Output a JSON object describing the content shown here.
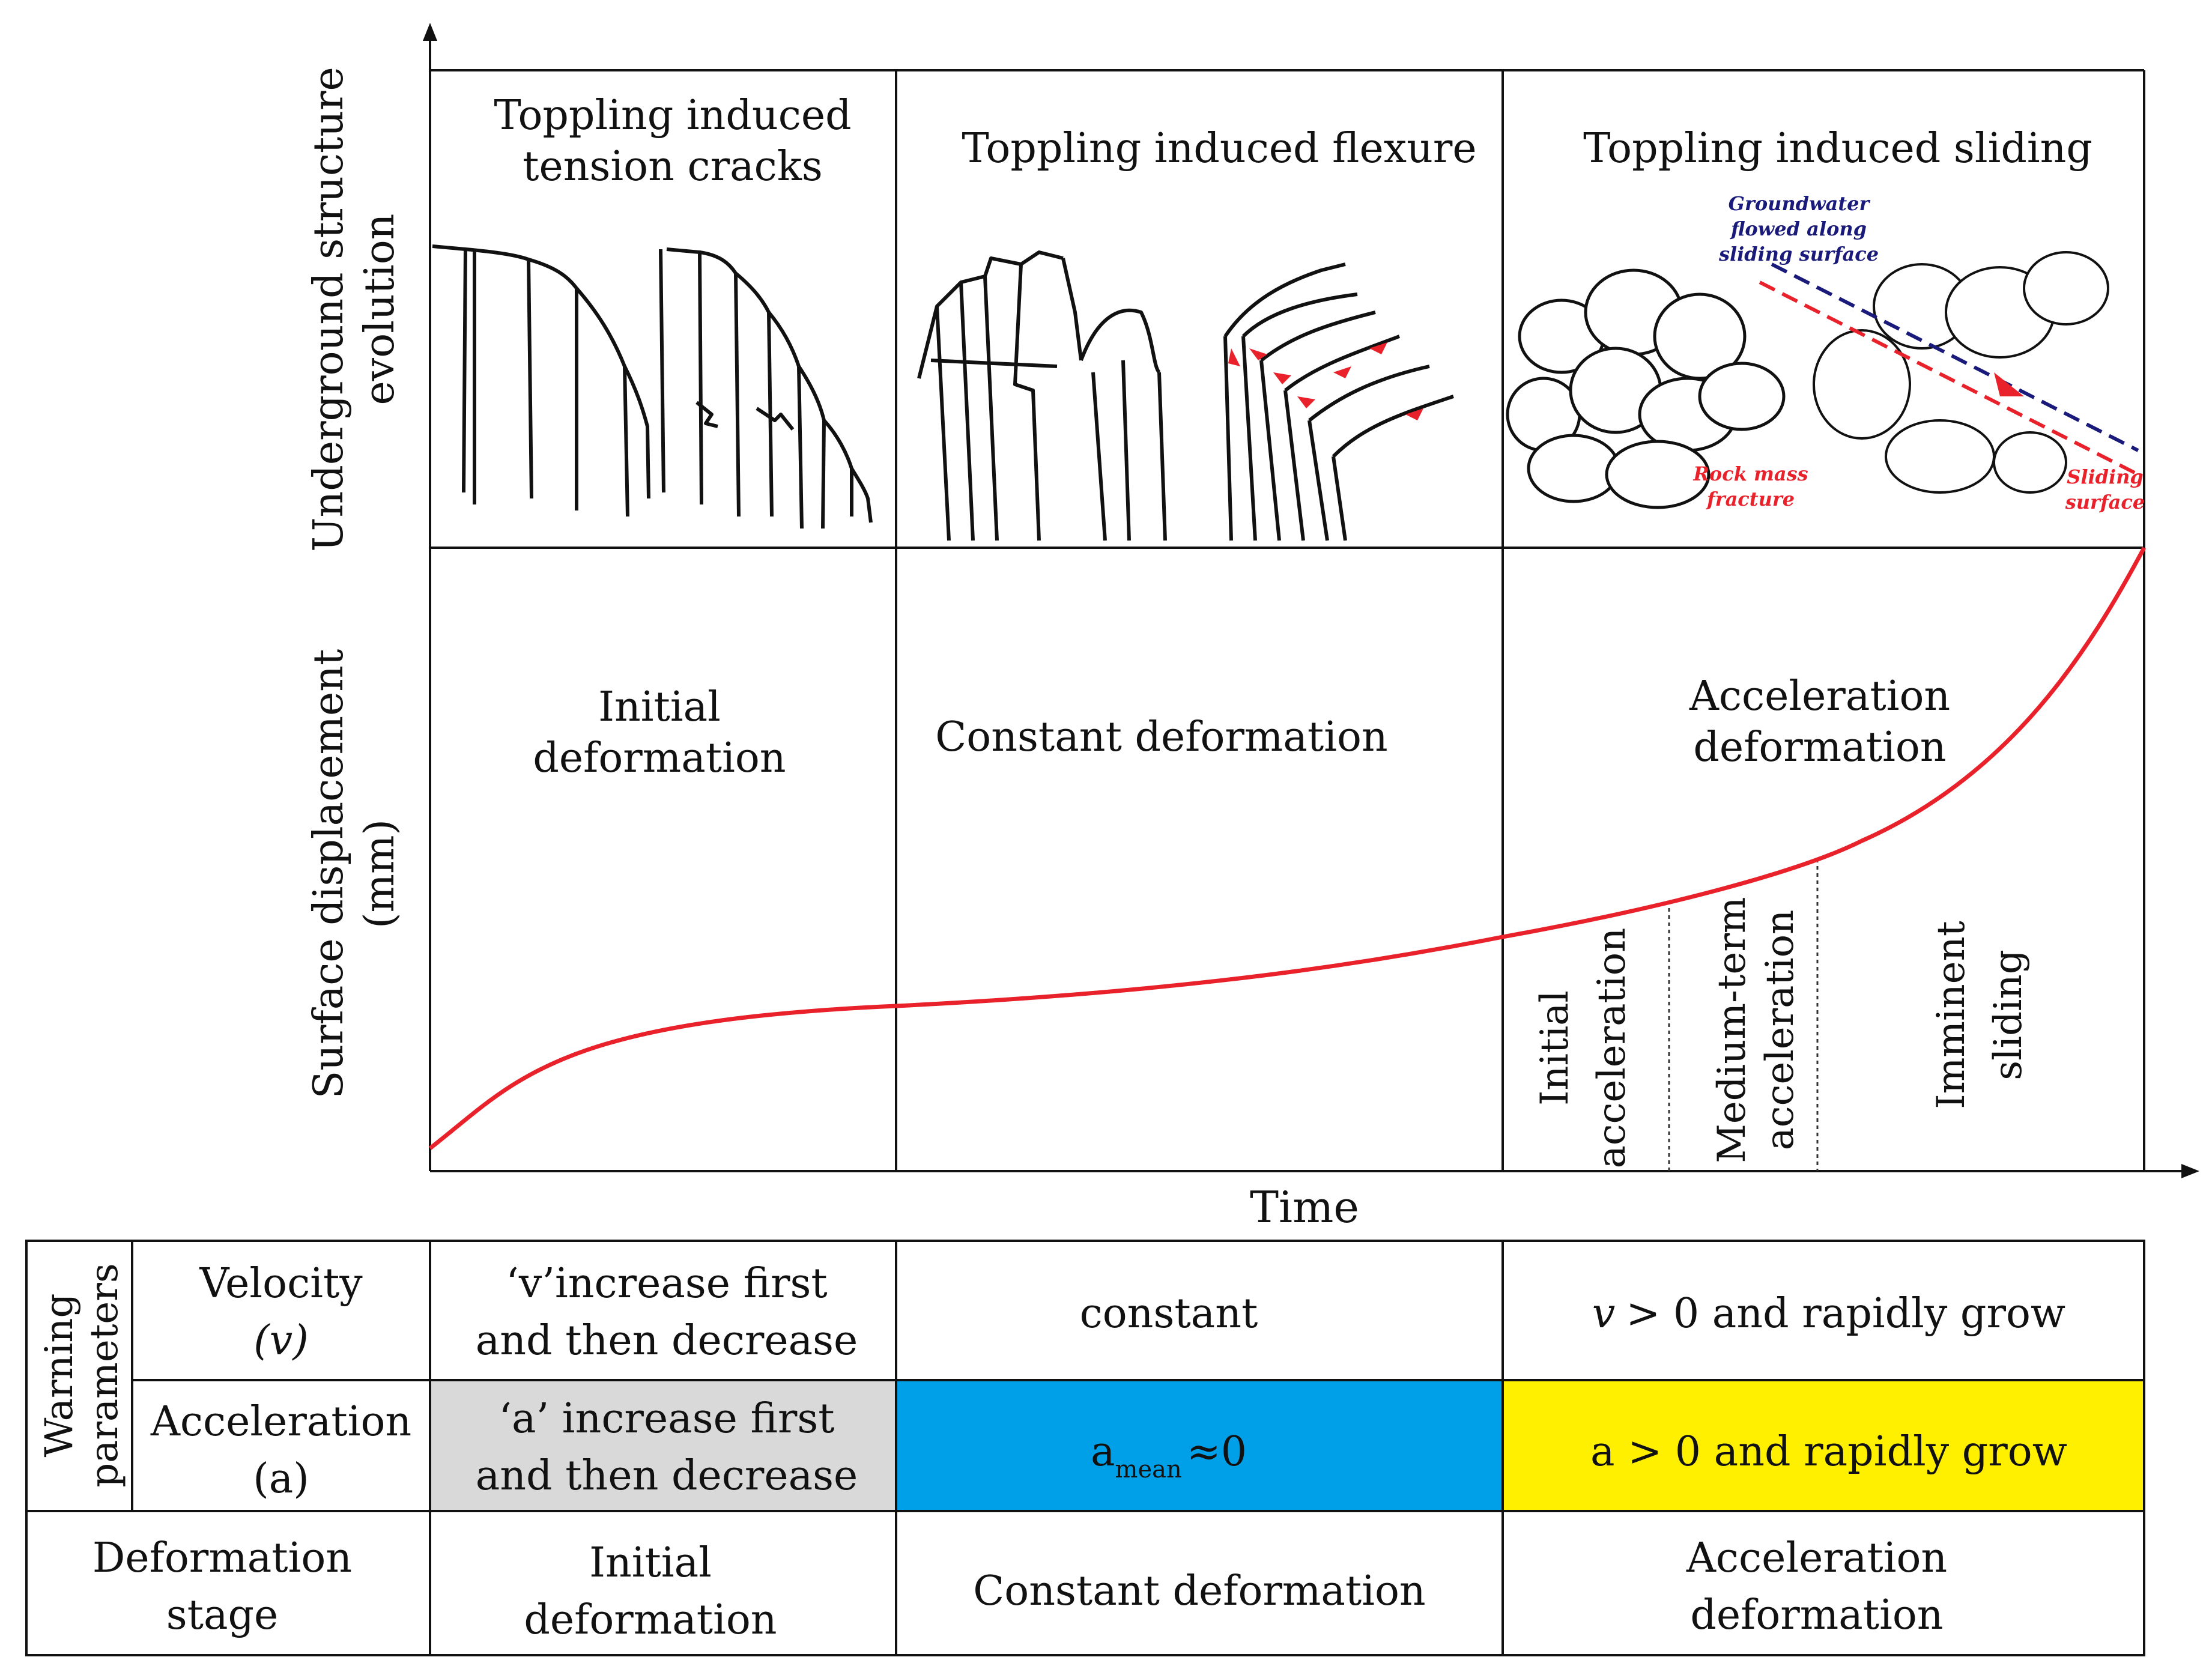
{
  "axes": {
    "y_top": "Underground structure",
    "y_top_2": "evolution",
    "y_bottom": "Surface  displacement",
    "y_bottom_2": "(mm)",
    "x": "Time"
  },
  "structure": {
    "tension": [
      "Toppling induced",
      "tension cracks"
    ],
    "flexure": "Toppling induced flexure",
    "sliding": "Toppling induced sliding",
    "groundwater": [
      "Groundwater",
      "flowed along",
      "sliding surface"
    ],
    "rock_mass": [
      "Rock mass",
      "fracture"
    ],
    "sliding_surface": [
      "Sliding",
      "surface"
    ]
  },
  "stages": {
    "initial": [
      "Initial",
      "deformation"
    ],
    "constant": "Constant deformation",
    "acceleration": [
      "Acceleration",
      "deformation"
    ],
    "sub_initial": [
      "Initial",
      "acceleration"
    ],
    "sub_medium": [
      "Medium-term",
      "acceleration"
    ],
    "sub_imminent": [
      "Imminent",
      "sliding"
    ]
  },
  "table": {
    "group_label": [
      "Warning",
      "parameters"
    ],
    "velocity_label": [
      "Velocity",
      "(v)"
    ],
    "velocity": {
      "initial": [
        "‘v’increase first",
        "and then decrease"
      ],
      "constant": "constant",
      "accel_v": "v",
      "accel_rest": "> 0 and  rapidly grow"
    },
    "acceleration_label": [
      "Acceleration",
      "(a)"
    ],
    "acceleration": {
      "initial": [
        "‘a’ increase first",
        "and then decrease"
      ],
      "constant_a": "a",
      "constant_sub": "mean",
      "constant_rest": "≈0",
      "accel": "a  > 0 and  rapidly grow"
    },
    "stage_label": [
      "Deformation",
      "stage"
    ],
    "stage": {
      "initial": [
        "Initial",
        "deformation"
      ],
      "constant": "Constant deformation",
      "accel": [
        "Acceleration",
        "deformation"
      ]
    }
  },
  "colors": {
    "curve": "#e8212b",
    "accel_constant_fill": "#00a0e9",
    "accel_accel_fill": "#fff000",
    "accel_initial_fill": "#d9d9d9",
    "groundwater_text": "#1a1a7a",
    "red_text": "#e8212b"
  }
}
